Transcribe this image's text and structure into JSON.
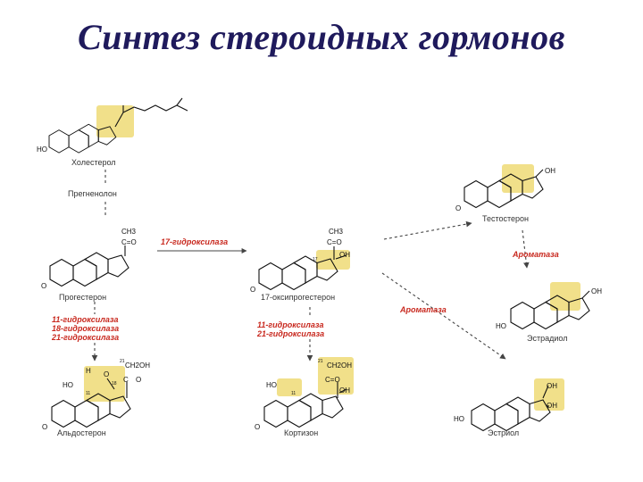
{
  "slide": {
    "title": "Синтез стероидных гормонов"
  },
  "compounds": {
    "cholesterol": "Холестерол",
    "pregnenolone": "Прегненолон",
    "progesterone": "Прогестерон",
    "hydroxyprogesterone": "17-оксипрогестерон",
    "testosterone": "Тестостерон",
    "estradiol": "Эстрадиол",
    "aldosterone": "Альдостерон",
    "cortisone": "Кортизон",
    "estriol": "Эстриол"
  },
  "enzymes": {
    "hydroxylase17": "17-гидроксилаза",
    "aromatase_upper": "Ароматаза",
    "aromatase_middle": "Ароматаза",
    "left_column": [
      "11-гидроксилаза",
      "18-гидроксилаза",
      "21-гидроксилаза"
    ],
    "middle_column": [
      "11-гидроксилаза",
      "21-гидроксилаза"
    ]
  },
  "groups": {
    "ho": "HO",
    "o": "O",
    "oh": "OH",
    "ch3": "CH3",
    "c_eq_o": "C=O",
    "ch2oh": "CH2OH",
    "h": "H",
    "c": "C",
    "num11": "11",
    "num17": "17",
    "num18": "18",
    "num21": "21"
  }
}
